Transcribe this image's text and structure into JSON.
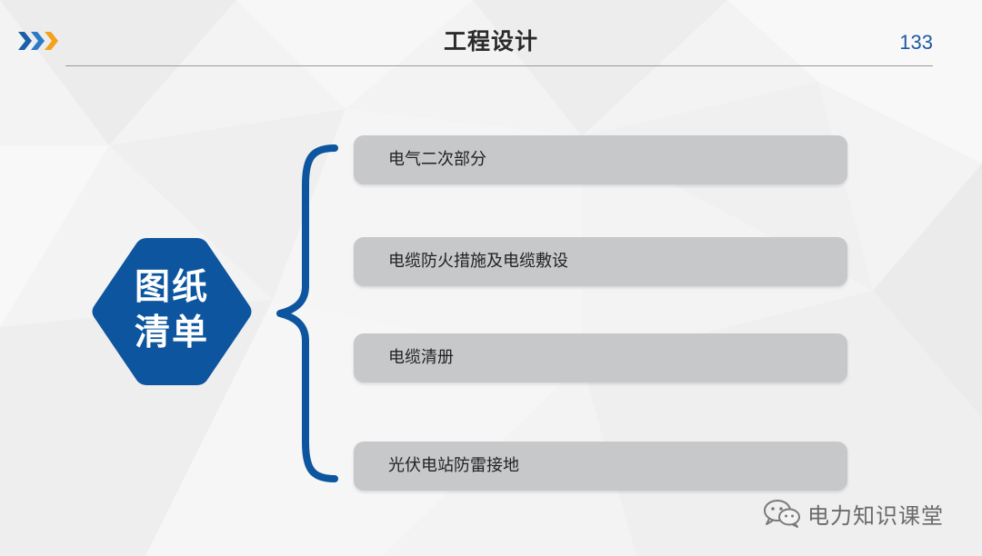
{
  "header": {
    "title": "工程设计",
    "page_number": "133"
  },
  "badge": {
    "line1": "图纸",
    "line2": "清单",
    "color": "#0d569f"
  },
  "list": {
    "items": [
      {
        "label": "电气二次部分"
      },
      {
        "label": "电缆防火措施及电缆敷设"
      },
      {
        "label": "电缆清册"
      },
      {
        "label": "光伏电站防雷接地"
      }
    ]
  },
  "watermark": {
    "text": "电力知识课堂",
    "icon": "wechat-icon"
  },
  "colors": {
    "accent_blue": "#0d569f",
    "accent_orange": "#f5a11d",
    "item_fill": "#c7c8ca"
  }
}
